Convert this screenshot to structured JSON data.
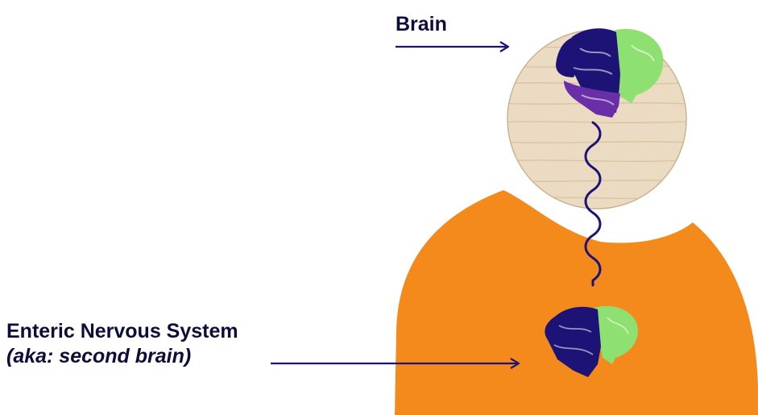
{
  "labels": {
    "brain": "Brain",
    "enteric": "Enteric Nervous System",
    "enteric_sub": "(aka: second brain)"
  },
  "colors": {
    "body": "#f48a1c",
    "head": "#eadbc2",
    "head_grain": "#d8c3a2",
    "brain_dark": "#1d1377",
    "brain_purple": "#6a2fa6",
    "brain_green": "#8ee070",
    "line": "#1d1377",
    "text": "#0d0d3a"
  }
}
